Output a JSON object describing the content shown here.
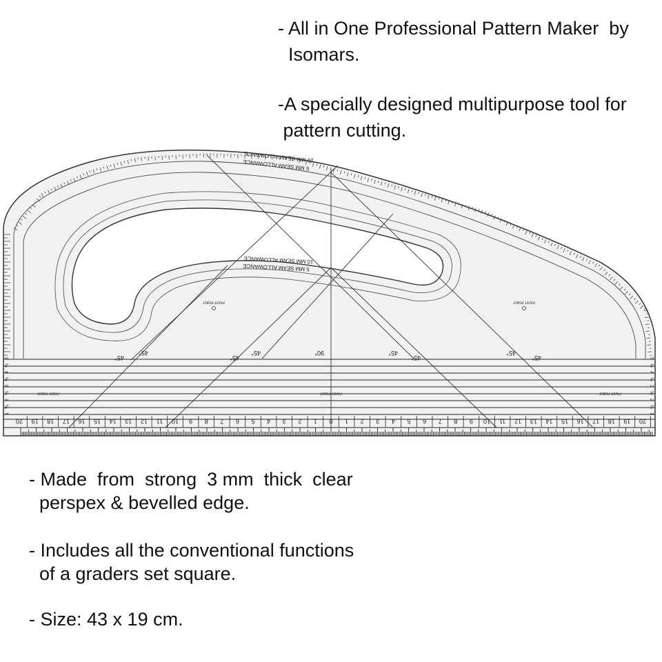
{
  "top_text": [
    "- All in One Professional Pattern Maker  by",
    "  Isomars.",
    "-A specially designed multipurpose tool for",
    " pattern cutting."
  ],
  "bottom_text": [
    "- Made  from  strong  3 mm  thick  clear",
    "  perspex & bevelled edge.",
    "- Includes all the conventional functions",
    "  of a graders set square.",
    "- Size: 43 x 19 cm."
  ],
  "ruler": {
    "seam_labels": [
      "5 MM SEAM ALLOWANCE",
      "10 MM SEAM ALLOWANCE"
    ],
    "pivot_label": "PIVOT POINT",
    "angle_45": "45°",
    "angle_90": "90°",
    "scale_numbers": [
      "20",
      "19",
      "18",
      "17",
      "16",
      "15",
      "14",
      "13",
      "12",
      "11",
      "10",
      "9",
      "8",
      "7",
      "6",
      "5",
      "4",
      "3",
      "2",
      "1",
      "0",
      "1",
      "2",
      "3",
      "4",
      "5",
      "6",
      "7",
      "8",
      "9",
      "10",
      "11",
      "12",
      "13",
      "14",
      "15",
      "16",
      "17",
      "18",
      "19",
      "20"
    ],
    "side_scale": [
      "1",
      "½",
      "2",
      "½",
      "3",
      "½",
      "4",
      "½",
      "5"
    ]
  },
  "colors": {
    "ruler_fill": "#f2f2f2",
    "ink": "#222222",
    "text": "#111111"
  }
}
